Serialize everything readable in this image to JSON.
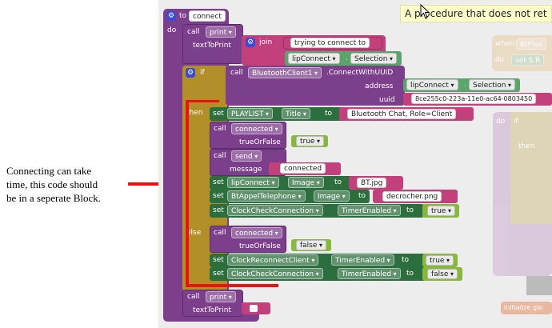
{
  "annotation": {
    "line1": "Connecting can take",
    "line2": "time, this code should",
    "line3": "be in a seperate Block."
  },
  "tooltip": {
    "text": "A procedure that does not ret"
  },
  "proc": {
    "kw_to": "to",
    "name": "connect",
    "kw_do": "do"
  },
  "call_print": {
    "kw_call": "call",
    "method": "print",
    "param": "textToPrint"
  },
  "join": {
    "label": "join",
    "str1": "trying to connect to",
    "component": "lipConnect",
    "prop": "Selection"
  },
  "if_block": {
    "kw_if": "if",
    "kw_call": "call",
    "component": "BluetoothClient1",
    "method": ".ConnectWithUUID",
    "address_label": "address",
    "addr_component": "lipConnect",
    "addr_prop": "Selection",
    "uuid_label": "uuid",
    "uuid_value": "8ce255c0-223a-11e0-ac64-0803450",
    "kw_then": "then",
    "kw_else": "else"
  },
  "then_rows": {
    "r1": {
      "set": "set",
      "comp": "PLAYLIST",
      "prop": "Title",
      "to": "to",
      "value": "Bluetooth Chat, Role=Client"
    },
    "r2": {
      "call": "call",
      "method": "connected",
      "param": "trueOrFalse",
      "value": "true"
    },
    "r3": {
      "call": "call",
      "method": "send",
      "param": "message",
      "value": "connected"
    },
    "r4": {
      "set": "set",
      "comp": "lipConnect",
      "prop": "Image",
      "to": "to",
      "value": "BT.jpg"
    },
    "r5": {
      "set": "set",
      "comp": "BtAppelTelephone",
      "prop": "Image",
      "to": "to",
      "value": "decrocher.png"
    },
    "r6": {
      "set": "set",
      "comp": "ClockCheckConnection",
      "prop": "TimerEnabled",
      "to": "to",
      "value": "true"
    }
  },
  "else_rows": {
    "r1": {
      "call": "call",
      "method": "connected",
      "param": "trueOrFalse",
      "value": "false"
    },
    "r2": {
      "set": "set",
      "comp": "ClockReconnectClient",
      "prop": "TimerEnabled",
      "to": "to",
      "value": "true"
    },
    "r3": {
      "set": "set",
      "comp": "ClockCheckConnection",
      "prop": "TimerEnabled",
      "to": "to",
      "value": "false"
    }
  },
  "call_print2": {
    "kw_call": "call",
    "method": "print",
    "param": "textToPrint"
  },
  "bg_blocks": {
    "when": "when",
    "btplus": "BtPlus",
    "do": "do",
    "set": "set",
    "sr": "S.R",
    "do2": "do",
    "if2": "if",
    "then2": "then",
    "init": "initialize glo"
  },
  "colors": {
    "procedure": "#7c3f8c",
    "control": "#b28f28",
    "component_method": "#7c3f8c",
    "setter": "#2d6e3e",
    "text": "#c2407b",
    "logic": "#86b83a",
    "getter": "#5ba46a",
    "workspace": "#ededed",
    "highlight": "#ee1111"
  }
}
